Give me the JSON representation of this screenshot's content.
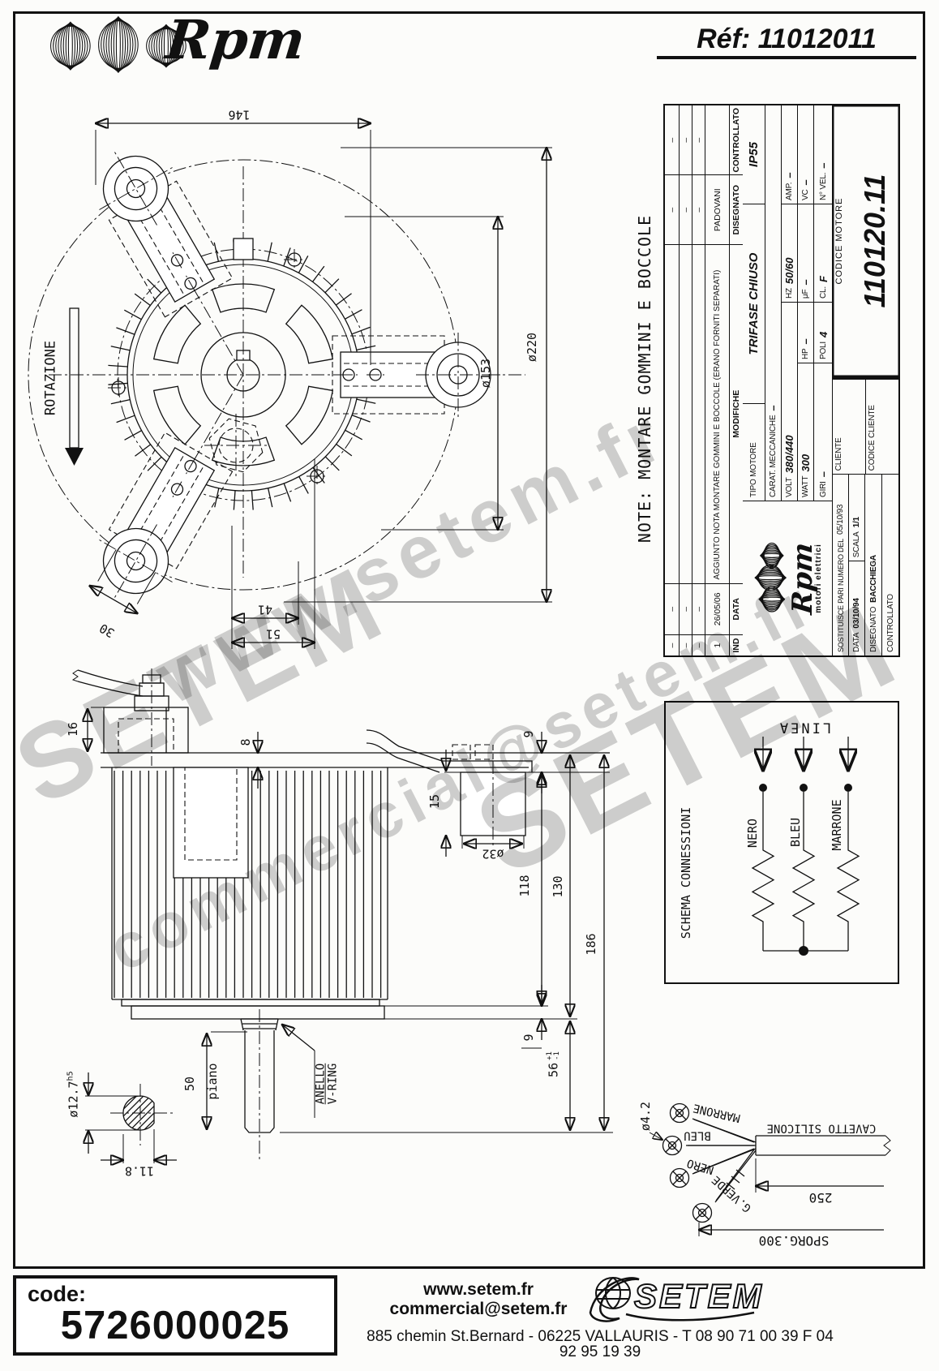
{
  "header": {
    "brand": "Rpm",
    "ref": "Réf: 11012011"
  },
  "note": "NOTE: MONTARE GOMMINI E BOCCOLE",
  "front": {
    "rotation_label": "ROTAZIONE",
    "dims": {
      "width": "146",
      "pitch1": "ø153",
      "pitch2": "ø220",
      "d41": "41",
      "d51": "51",
      "arm": "30"
    }
  },
  "side": {
    "dims": {
      "d16": "16",
      "d8": "8",
      "d9top": "9",
      "d15": "15",
      "d32": "ø32",
      "d118": "118",
      "d130": "130",
      "d186": "186",
      "d9bot": "9",
      "d56": "56",
      "tol_plus": "+1",
      "tol_minus": "-1",
      "d50": "50",
      "piano": "piano",
      "shaft_dia": "ø12.7",
      "shaft_tol": "h5",
      "flat": "11.8"
    },
    "labels": {
      "anello": "ANELLO",
      "vring": "V-RING"
    }
  },
  "schema": {
    "title": "SCHEMA CONNESSIONI",
    "line_label": "LINEA",
    "wires": [
      "NERO",
      "BLEU",
      "MARRONE"
    ]
  },
  "cable": {
    "terminal_dia": "ø4.2",
    "wires": [
      "MARRONE",
      "BLEU",
      "NERO",
      "G.VERDE"
    ],
    "sheath": "CAVETTO SILICONE",
    "d250": "250",
    "sporg": "SPORG.300"
  },
  "title_block": {
    "revisions": {
      "headers": [
        "IND",
        "DATA",
        "MODIFICHE",
        "DISEGNATO",
        "CONTROLLATO"
      ],
      "rows": [
        {
          "ind": "–",
          "date": "–",
          "note": "",
          "drawn": "–",
          "checked": "–"
        },
        {
          "ind": "–",
          "date": "–",
          "note": "",
          "drawn": "–",
          "checked": "–"
        },
        {
          "ind": "–",
          "date": "–",
          "note": "",
          "drawn": "–",
          "checked": "–"
        },
        {
          "ind": "1",
          "date": "26/05/06",
          "note": "AGGIUNTO NOTA MONTARE GOMMINI E BOCCOLE (ERANO FORNITI SEPARATI)",
          "drawn": "PADOVANI",
          "checked": ""
        }
      ]
    },
    "tipo_label": "TIPO MOTORE",
    "tipo": "TRIFASE CHIUSO",
    "ip": "IP55",
    "carat_label": "CARAT. MECCANICHE",
    "carat": "–",
    "volt_label": "VOLT",
    "volt": "380/440",
    "hz_label": "HZ",
    "hz": "50/60",
    "amp_label": "AMP.",
    "amp": "–",
    "watt_label": "WATT",
    "watt": "300",
    "hp_label": "HP",
    "hp": "–",
    "uf_label": "μF",
    "uf": "–",
    "vc_label": "VC",
    "vc": "–",
    "giri_label": "GIRI",
    "giri": "–",
    "poli_label": "POLI",
    "poli": "4",
    "cl_label": "CL.",
    "cl": "F",
    "nvel_label": "N° VEL.",
    "nvel": "–",
    "codice_motore_label": "CODICE MOTORE",
    "codice_motore": "110120.11",
    "cliente_label": "CLIENTE",
    "codice_cliente_label": "CODICE CLIENTE",
    "sostituisce": "SOSTITUISCE PARI NUMERO DEL",
    "sostituisce_date": "05/10/93",
    "data_label": "DATA",
    "data": "03/10/94",
    "scala_label": "SCALA",
    "scala": "1/1",
    "disegnato_label": "DISEGNATO",
    "disegnato": "BACCHIEGA",
    "controllato_label": "CONTROLLATO",
    "controllato": "",
    "logo_script": "Rpm",
    "logo_sub": "motori elettrici"
  },
  "watermarks": [
    {
      "text": "www.setem.fr"
    },
    {
      "text": "SETEM"
    },
    {
      "text": "SETEM"
    },
    {
      "text": "commercial@setem.fr"
    }
  ],
  "footer": {
    "code_label": "code:",
    "code": "5726000025",
    "site": "www.setem.fr",
    "email": "commercial@setem.fr",
    "address": "885 chemin St.Bernard  -  06225 VALLAURIS  -  T 08 90 71 00 39   F 04 92 95 19 39",
    "brand": "SETEM"
  }
}
